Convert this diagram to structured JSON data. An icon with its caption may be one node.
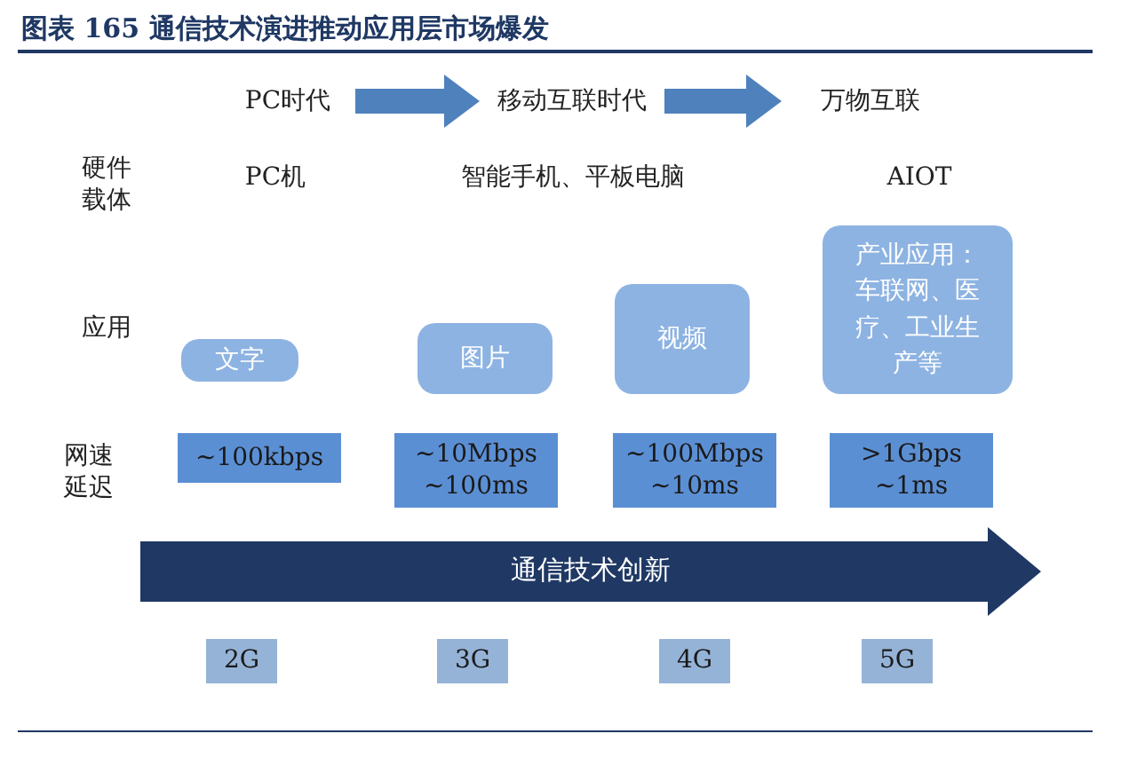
{
  "diagram": {
    "title": "图表 165 通信技术演进推动应用层市场爆发",
    "nodes": [
      {
        "text": [
          "PC时代"
        ]
      },
      {
        "text": [
          "移动互联时代"
        ]
      },
      {
        "text": [
          "万物互联"
        ]
      },
      {
        "text": [
          "文字"
        ]
      },
      {
        "text": [
          "图片"
        ]
      },
      {
        "text": [
          "视频"
        ]
      },
      {
        "text": [
          "产业应用：车联网、医疗、工业生产等"
        ]
      },
      {
        "text": [
          "~100kbps"
        ]
      },
      {
        "text": [
          "~10Mbps ~100ms"
        ]
      },
      {
        "text": [
          "~100Mbps ~10ms"
        ]
      },
      {
        "text": [
          ">1Gbps ~1ms"
        ]
      },
      {
        "text": [
          "通信技术创新"
        ]
      },
      {
        "text": [
          "2G"
        ]
      },
      {
        "text": [
          "3G"
        ]
      },
      {
        "text": [
          "4G"
        ]
      },
      {
        "text": [
          "5G"
        ]
      }
    ],
    "edges": [
      {
        "from": 0,
        "to": 1,
        "arrow": "to"
      },
      {
        "from": 1,
        "to": 2,
        "arrow": "to"
      }
    ],
    "labels": [
      "硬件载体",
      "PC机",
      "智能手机、平板电脑",
      "AIOT",
      "应用",
      "网速延迟"
    ]
  }
}
